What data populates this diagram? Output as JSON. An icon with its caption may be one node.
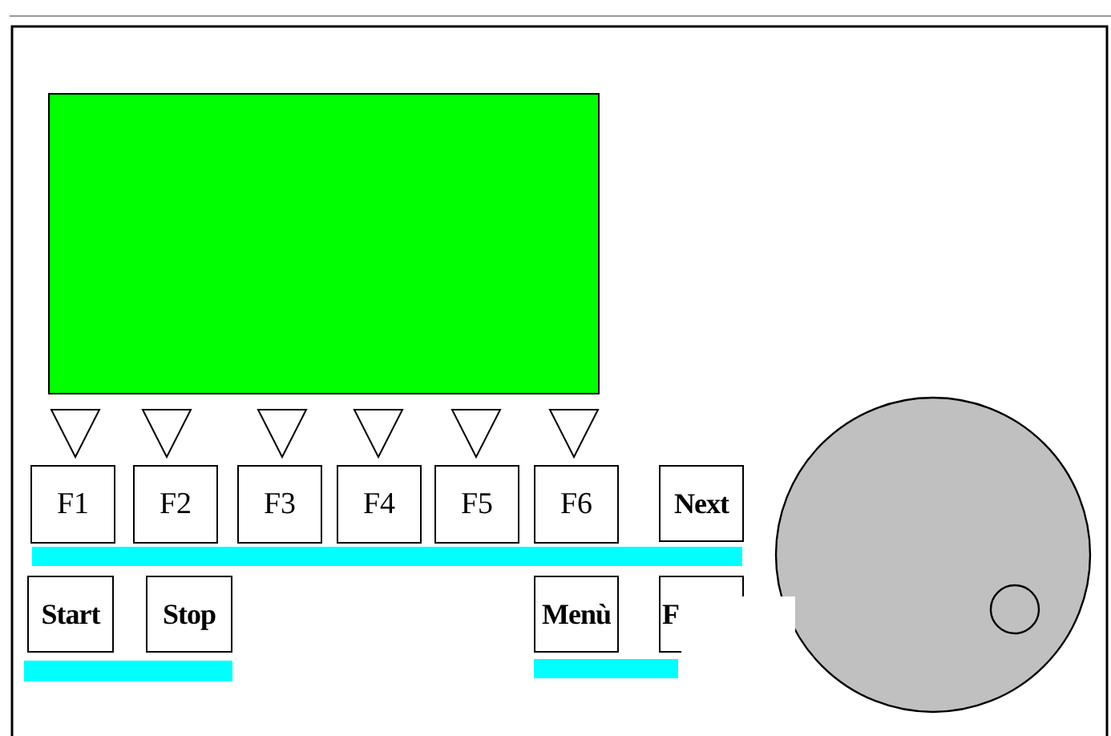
{
  "diagram": {
    "nodes": [
      {
        "text": [],
        "shape": "box"
      },
      {
        "text": [
          "F1"
        ]
      },
      {
        "text": [
          "F2"
        ]
      },
      {
        "text": [
          "F3"
        ]
      },
      {
        "text": [
          "F4"
        ]
      },
      {
        "text": [
          "F5"
        ]
      },
      {
        "text": [
          "F6"
        ]
      },
      {
        "text": [
          "Next"
        ]
      },
      {
        "text": [
          "Start"
        ]
      },
      {
        "text": [
          "Stop"
        ]
      },
      {
        "text": [
          "Menù"
        ]
      },
      {
        "text": [
          "F"
        ]
      }
    ]
  }
}
